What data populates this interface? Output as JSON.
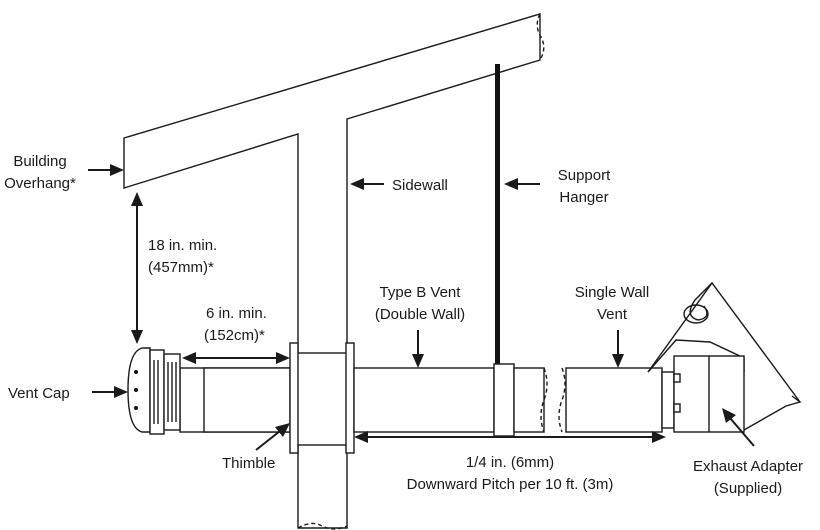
{
  "labels": {
    "building_overhang_1": "Building",
    "building_overhang_2": "Overhang*",
    "clearance_18_1": "18 in. min.",
    "clearance_18_2": "(457mm)*",
    "clearance_6_1": "6 in. min.",
    "clearance_6_2": "(152cm)*",
    "vent_cap": "Vent Cap",
    "thimble": "Thimble",
    "sidewall": "Sidewall",
    "support_hanger_1": "Support",
    "support_hanger_2": "Hanger",
    "type_b_vent_1": "Type B Vent",
    "type_b_vent_2": "(Double Wall)",
    "single_wall_vent_1": "Single Wall",
    "single_wall_vent_2": "Vent",
    "pitch_1": "1/4 in. (6mm)",
    "pitch_2": "Downward Pitch per 10 ft. (3m)",
    "exhaust_adapter_1": "Exhaust Adapter",
    "exhaust_adapter_2": "(Supplied)"
  }
}
